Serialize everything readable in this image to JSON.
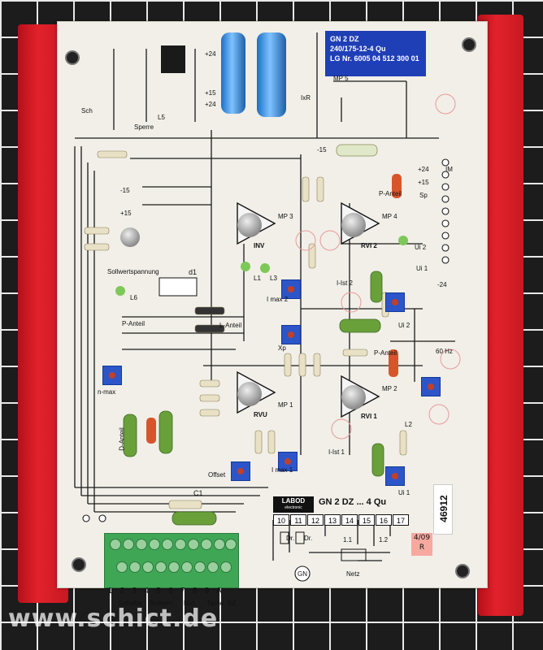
{
  "sticker": {
    "line1": "GN 2 DZ",
    "line2": "240/175-12-4 Qu",
    "line3": "LG Nr. 6005 04 512 300 01"
  },
  "brand": {
    "name": "LABOD",
    "sub": "electronic"
  },
  "model_text": "GN 2 DZ ... 4 Qu",
  "connector_numbers": [
    "10",
    "11",
    "12",
    "13",
    "14",
    "15",
    "16",
    "17"
  ],
  "serial": "46912",
  "handwritten_note": {
    "line1": "4/09",
    "line2": "R"
  },
  "terminal_numbers": [
    "1",
    "2",
    "3",
    "4",
    "5",
    "6",
    "7",
    "8",
    "9",
    "A"
  ],
  "terminal_labels": [
    "Schalter",
    "Sollwert",
    "Null",
    "Tacho",
    "EZ"
  ],
  "watermark": "www.schict.de",
  "board_labels": {
    "sch": "Sch",
    "sperre": "Sperre",
    "l5": "L5",
    "ixr": "IxR",
    "mp5": "MP 5",
    "p24": "+24",
    "p15a": "+15",
    "p24b": "+24",
    "m24": "-24",
    "p15": "+15",
    "m15": "-15",
    "inv": "INV",
    "mp3": "MP 3",
    "rvi2": "RVI 2",
    "mp4": "MP 4",
    "p_anteil_top": "P-Anteil",
    "p_anteil_left": "P-Anteil",
    "p_anteil_right": "P-Anteil",
    "l_anteil": "L-Anteil",
    "d_anteil": "D-Anteil",
    "sollwertspannung": "Sollwertspannung",
    "d1": "d1",
    "l6": "L6",
    "l1": "L1",
    "l3": "L3",
    "l2": "L2",
    "imax2": "I max 2",
    "imax1": "I max 1",
    "ist2": "I-Ist 2",
    "ist1": "I-Ist 1",
    "xp": "Xp",
    "nmax": "n-max",
    "rvu": "RVU",
    "mp1": "MP 1",
    "rvi1": "RVI 1",
    "mp2": "MP 2",
    "offset": "Offset",
    "c1": "C1",
    "sp": "Sp",
    "im": "IM",
    "ui1": "Ui 1",
    "ui2": "Ui 2",
    "hz60": "60 Hz",
    "netz": "Netz",
    "gn": "GN",
    "dr1": "Dr.",
    "dr2": "Dr.",
    "one1": "1.1",
    "one2": "1.2"
  },
  "colors": {
    "rail": "#e2222b",
    "board": "#f1efe8",
    "sticker": "#1f3fb6",
    "capacitor": "#4a9ee8",
    "terminal": "#3fa655",
    "trimmer": "#2d55c8"
  }
}
